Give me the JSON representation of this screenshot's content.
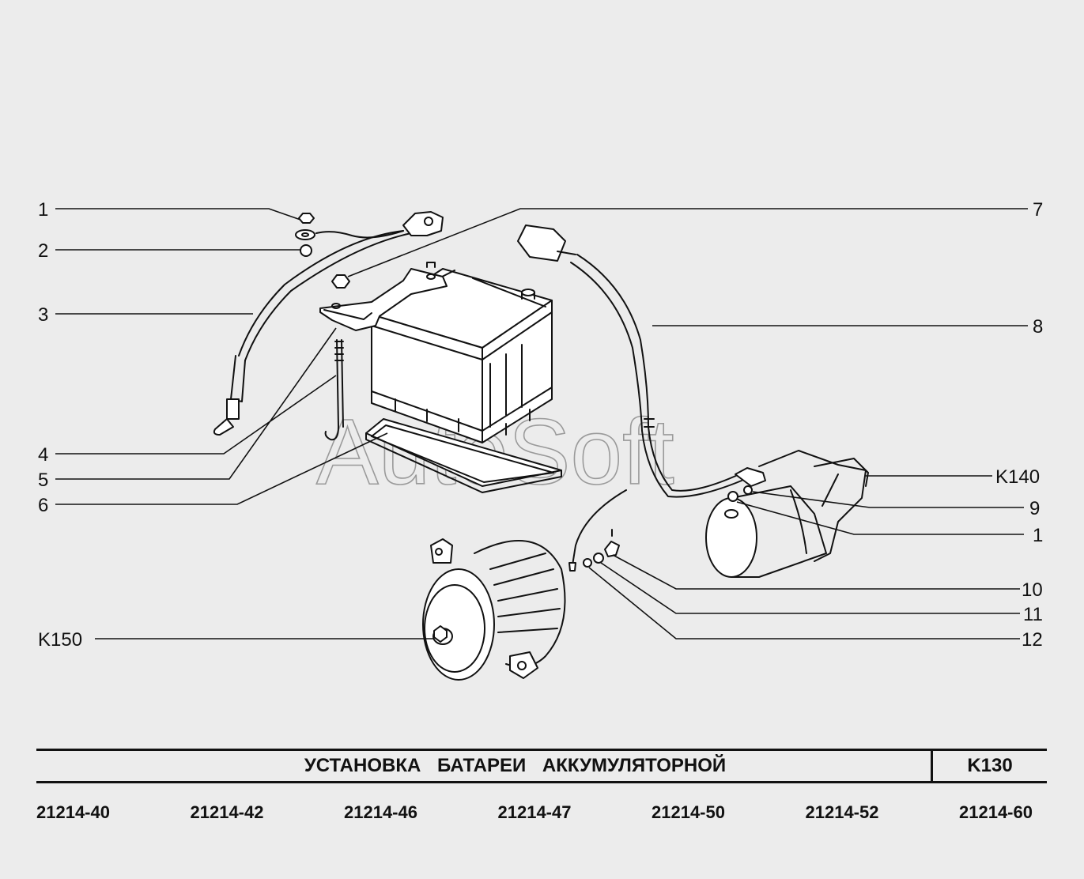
{
  "watermark": "AutoSoft",
  "callouts": {
    "c1": "1",
    "c2": "2",
    "c3": "3",
    "c4": "4",
    "c5": "5",
    "c6": "6",
    "c7": "7",
    "c8": "8",
    "k140": "K140",
    "c9": "9",
    "c1b": "1",
    "c10": "10",
    "c11": "11",
    "c12": "12",
    "k150": "K150"
  },
  "title_block": {
    "title": "УСТАНОВКА   БАТАРЕИ   АККУМУЛЯТОРНОЙ",
    "code": "K130"
  },
  "models": [
    "21214-40",
    "21214-42",
    "21214-46",
    "21214-47",
    "21214-50",
    "21214-52",
    "21214-60"
  ]
}
